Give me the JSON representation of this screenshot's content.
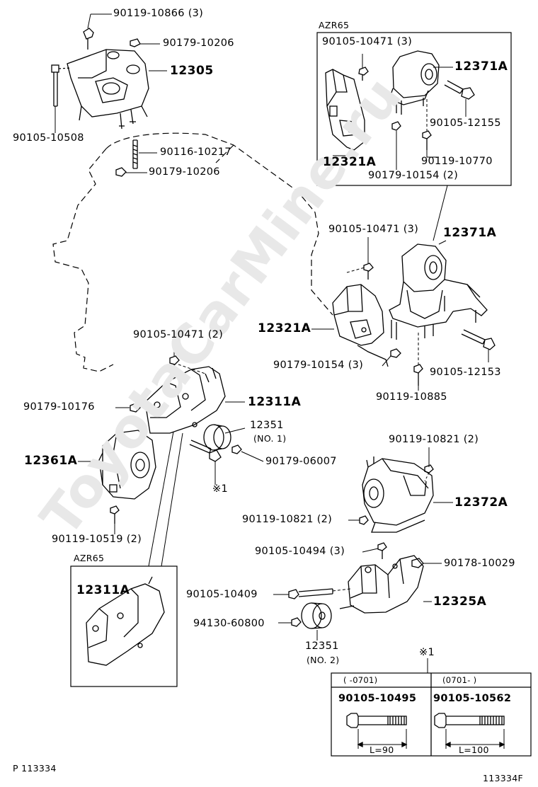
{
  "watermark": "ToyotaCarMine.ru",
  "labels": {
    "p_90119_10866": "90119-10866 (3)",
    "p_90179_10206_a": "90179-10206",
    "p_12305": "12305",
    "p_90105_10508": "90105-10508",
    "p_90116_10217": "90116-10217",
    "p_90179_10206_b": "90179-10206",
    "azr65_top": "AZR65",
    "p_90105_10471_box": "90105-10471 (3)",
    "p_12371a_box": "12371A",
    "p_90105_12155": "90105-12155",
    "p_12321a_box": "12321A",
    "p_90119_10770": "90119-10770",
    "p_90179_10154_box": "90179-10154 (2)",
    "p_90105_10471_mid": "90105-10471 (3)",
    "p_12371a": "12371A",
    "p_12321a": "12321A",
    "p_90179_10154": "90179-10154 (3)",
    "p_90105_12153": "90105-12153",
    "p_90119_10885": "90119-10885",
    "p_90105_10471_left": "90105-10471 (2)",
    "p_90179_10176": "90179-10176",
    "p_12311a": "12311A",
    "p_12351_no1": "12351",
    "p_no1": "(NO. 1)",
    "p_12361a": "12361A",
    "p_90179_06007": "90179-06007",
    "ref_1": "※1",
    "p_90119_10519": "90119-10519 (2)",
    "p_90119_10821_top": "90119-10821 (2)",
    "p_12372a": "12372A",
    "p_90119_10821_left": "90119-10821 (2)",
    "p_90105_10494": "90105-10494 (3)",
    "p_90178_10029": "90178-10029",
    "azr65_bottom": "AZR65",
    "p_12311a_box": "12311A",
    "p_90105_10409": "90105-10409",
    "p_12325a": "12325A",
    "p_94130_60800": "94130-60800",
    "p_12351_no2": "12351",
    "p_no2": "(NO. 2)",
    "table_ref": "※1",
    "page_code": "P 113334",
    "fig_code": "113334F"
  },
  "table": {
    "headers": [
      "(     -0701)",
      "(0701-     )"
    ],
    "parts": [
      "90105-10495",
      "90105-10562"
    ],
    "lengths": [
      "L=90",
      "L=100"
    ]
  }
}
